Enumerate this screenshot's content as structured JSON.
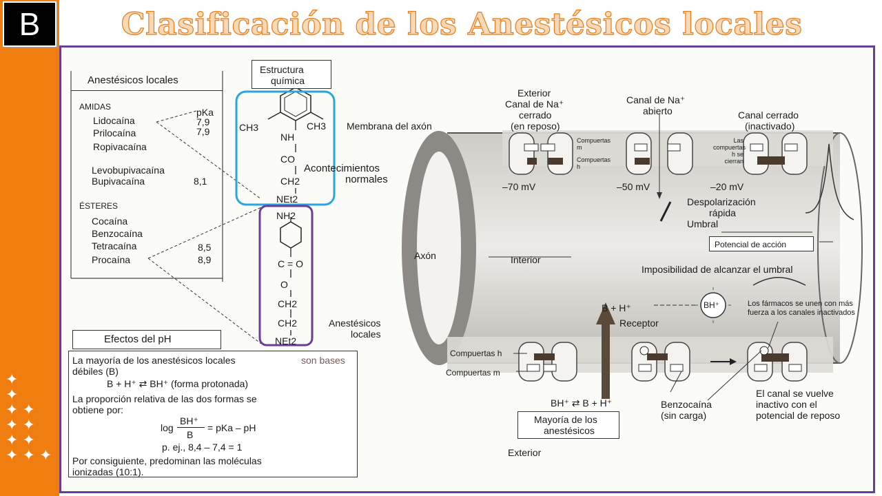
{
  "badge": "B",
  "title": "Clasificación de los Anestésicos locales",
  "left_table": {
    "header": "Anestésicos locales",
    "amidas_label": "AMIDAS",
    "pka_label": "pKa",
    "amidas": [
      {
        "name": "Lidocaína",
        "pka": "7,9"
      },
      {
        "name": "Prilocaína",
        "pka": "7,9"
      },
      {
        "name": "Ropivacaína",
        "pka": ""
      },
      {
        "name": "Levobupivacaína",
        "pka": ""
      },
      {
        "name": "Bupivacaína",
        "pka": "8,1"
      }
    ],
    "esteres_label": "ÉSTERES",
    "esteres": [
      {
        "name": "Cocaína",
        "pka": ""
      },
      {
        "name": "Benzocaína",
        "pka": ""
      },
      {
        "name": "Tetracaína",
        "pka": "8,5"
      },
      {
        "name": "Procaína",
        "pka": "8,9"
      }
    ]
  },
  "structure": {
    "header_line1": "Estructura",
    "header_line2": "química",
    "amide": {
      "ch3_left": "CH3",
      "ch3_right": "CH3",
      "nh": "NH",
      "co": "CO",
      "ch2": "CH2",
      "net2": "NEt2"
    },
    "ester": {
      "nh2": "NH2",
      "c_o": "C = O",
      "o": "O",
      "ch2_a": "CH2",
      "ch2_b": "CH2",
      "net2": "NEt2"
    }
  },
  "ph_box": {
    "header": "Efectos del pH",
    "line1_a": "La mayoría de los anestésicos locales",
    "line1_b": "son bases",
    "line2": "débiles (B)",
    "eq1": "B + H⁺ ⇄ BH⁺ (forma protonada)",
    "line3": "La proporción relativa de las dos formas se",
    "line4": "obtiene por:",
    "eq2_log": "log",
    "eq2_num": "BH⁺",
    "eq2_den": "B",
    "eq2_rhs": "= pKa – pH",
    "example": "p. ej., 8,4 – 7,4 = 1",
    "line5": "Por consiguiente, predominan las moléculas",
    "line6": "ionizadas (10:1)."
  },
  "axon": {
    "exterior_top": "Exterior",
    "closed_rest_1": "Canal de Na⁺",
    "closed_rest_2": "cerrado",
    "closed_rest_3": "(en reposo)",
    "open_1": "Canal de Na⁺",
    "open_2": "abierto",
    "inactivated_1": "Canal cerrado",
    "inactivated_2": "(inactivado)",
    "membrane": "Membrana del axón",
    "gate_m": "Compuertas m",
    "gate_h": "Compuertas h",
    "gate_h_closed": "Las compuertas h se cierran",
    "events_1": "Acontecimientos",
    "events_2": "normales",
    "mv_70": "–70 mV",
    "mv_50": "–50 mV",
    "mv_20": "–20 mV",
    "depol_1": "Despolarización",
    "depol_2": "rápida",
    "threshold": "Umbral",
    "action_potential": "Potencial de acción",
    "axon_label": "Axón",
    "interior": "Interior",
    "impossible": "Imposibilidad de alcanzar el umbral",
    "eq_b_h": "B + H⁺",
    "bh": "BH⁺",
    "receptor": "Receptor",
    "drugs_bind": "Los fármacos se unen con más fuerza a los canales inactivados",
    "anest_1": "Anestésicos",
    "anest_2": "locales",
    "gates_h_lower": "Compuertas h",
    "gates_m_lower": "Compuertas m",
    "eq_bottom": "BH⁺ ⇄ B + H⁺",
    "majority_1": "Mayoría de los",
    "majority_2": "anestésicos",
    "benzocaine_1": "Benzocaína",
    "benzocaine_2": "(sin carga)",
    "inactive_1": "El canal se vuelve",
    "inactive_2": "inactivo con el",
    "inactive_3": "potencial de reposo",
    "exterior_bottom": "Exterior"
  },
  "colors": {
    "sidebar": "#ef7d0f",
    "frame": "#6a3d98",
    "amide_box": "#2aa6de",
    "ester_box": "#6a3d98"
  }
}
